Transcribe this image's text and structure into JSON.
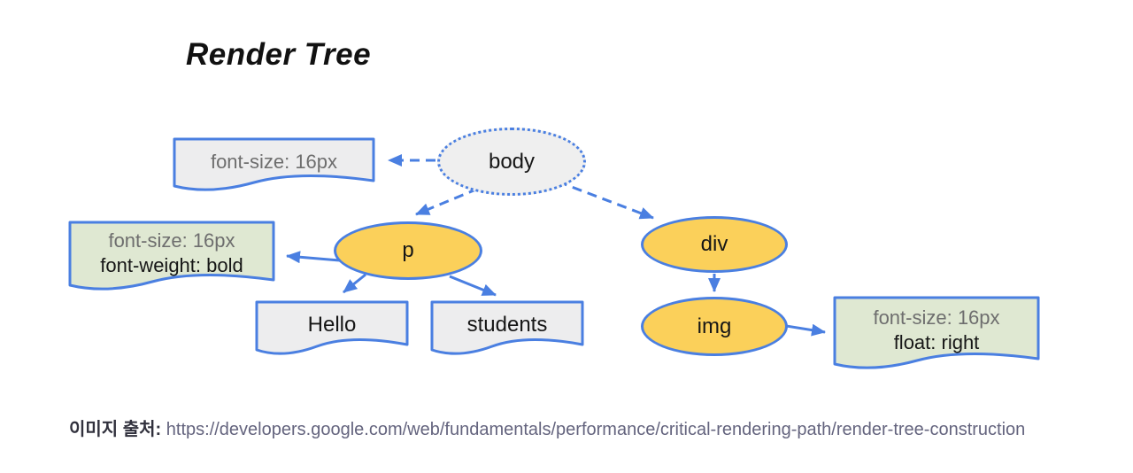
{
  "title": "Render Tree",
  "diagram": {
    "nodes": {
      "body": {
        "label": "body",
        "shape": "ellipse-dotted",
        "fill": "#efefef"
      },
      "p": {
        "label": "p",
        "shape": "ellipse",
        "fill": "#fbd05a"
      },
      "div": {
        "label": "div",
        "shape": "ellipse",
        "fill": "#fbd05a"
      },
      "img": {
        "label": "img",
        "shape": "ellipse",
        "fill": "#fbd05a"
      },
      "hello": {
        "label": "Hello",
        "shape": "document",
        "fill": "#ededee"
      },
      "students": {
        "label": "students",
        "shape": "document",
        "fill": "#ededee"
      }
    },
    "style_notes": {
      "body_styles": {
        "line1": "font-size: 16px",
        "fill": "#ededee"
      },
      "p_styles": {
        "line1": "font-size: 16px",
        "line2": "font-weight: bold",
        "fill": "#dfe8d2"
      },
      "img_styles": {
        "line1": "font-size: 16px",
        "line2": "float: right",
        "fill": "#dfe8d2"
      }
    },
    "edges": [
      {
        "from": "body",
        "to": "body_styles",
        "line": "dashed"
      },
      {
        "from": "body",
        "to": "p",
        "line": "dashed"
      },
      {
        "from": "body",
        "to": "div",
        "line": "dashed"
      },
      {
        "from": "p",
        "to": "p_styles",
        "line": "solid"
      },
      {
        "from": "p",
        "to": "hello",
        "line": "solid"
      },
      {
        "from": "p",
        "to": "students",
        "line": "solid"
      },
      {
        "from": "div",
        "to": "img",
        "line": "solid"
      },
      {
        "from": "img",
        "to": "img_styles",
        "line": "solid"
      }
    ],
    "colors": {
      "edge_blue": "#4a7fe1",
      "node_yellow": "#fbd05a",
      "note_gray": "#ededee",
      "note_green": "#dfe8d2",
      "body_gray": "#efefef",
      "muted_text": "#6e6e6e",
      "dark_text": "#161616"
    }
  },
  "caption": {
    "label": "이미지 출처:",
    "url": "https://developers.google.com/web/fundamentals/performance/critical-rendering-path/render-tree-construction"
  }
}
